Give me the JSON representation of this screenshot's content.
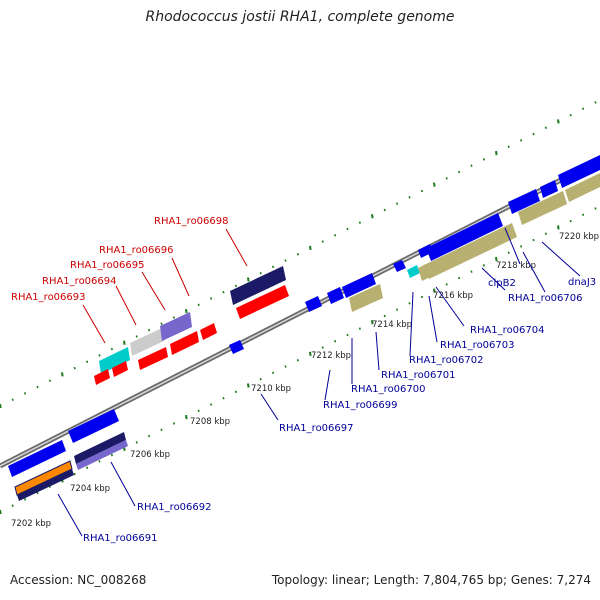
{
  "title": "Rhodococcus jostii RHA1, complete genome",
  "footer": {
    "accession": "Accession: NC_008268",
    "summary": "Topology: linear; Length: 7,804,765 bp; Genes: 7,274"
  },
  "colors": {
    "backbone": "#888888",
    "tick": "#1a7a1a",
    "highlight_label": "#cc0000",
    "label": "#000099",
    "highlight_gene": "#ff0000",
    "gene_blue": "#0000ee",
    "gene_navy": "#1a1a66",
    "gene_purple": "#7766cc",
    "gene_cyan": "#00cccc",
    "gene_gray": "#cccccc",
    "gene_khaki": "#b8b070",
    "gene_orange": "#ff8800"
  },
  "ticks": {
    "labels": [
      "7202 kbp",
      "7204 kbp",
      "7206 kbp",
      "7208 kbp",
      "7210 kbp",
      "7212 kbp",
      "7214 kbp",
      "7216 kbp",
      "7218 kbp",
      "7220 kbp"
    ]
  },
  "highlighted_labels": [
    {
      "id": "l6698",
      "text": "RHA1_ro06698"
    },
    {
      "id": "l6696",
      "text": "RHA1_ro06696"
    },
    {
      "id": "l6695",
      "text": "RHA1_ro06695"
    },
    {
      "id": "l6694",
      "text": "RHA1_ro06694"
    },
    {
      "id": "l6693",
      "text": "RHA1_ro06693"
    }
  ],
  "gene_labels": [
    {
      "id": "l6697",
      "text": "RHA1_ro06697"
    },
    {
      "id": "l6699",
      "text": "RHA1_ro06699"
    },
    {
      "id": "l6700",
      "text": "RHA1_ro06700"
    },
    {
      "id": "l6701",
      "text": "RHA1_ro06701"
    },
    {
      "id": "l6702",
      "text": "RHA1_ro06702"
    },
    {
      "id": "l6703",
      "text": "RHA1_ro06703"
    },
    {
      "id": "l6704",
      "text": "RHA1_ro06704"
    },
    {
      "id": "l6706",
      "text": "RHA1_ro06706"
    },
    {
      "id": "lclpB2",
      "text": "clpB2"
    },
    {
      "id": "ldnaJ3",
      "text": "dnaJ3"
    },
    {
      "id": "l6692",
      "text": "RHA1_ro06692"
    },
    {
      "id": "l6691",
      "text": "RHA1_ro06691"
    }
  ]
}
